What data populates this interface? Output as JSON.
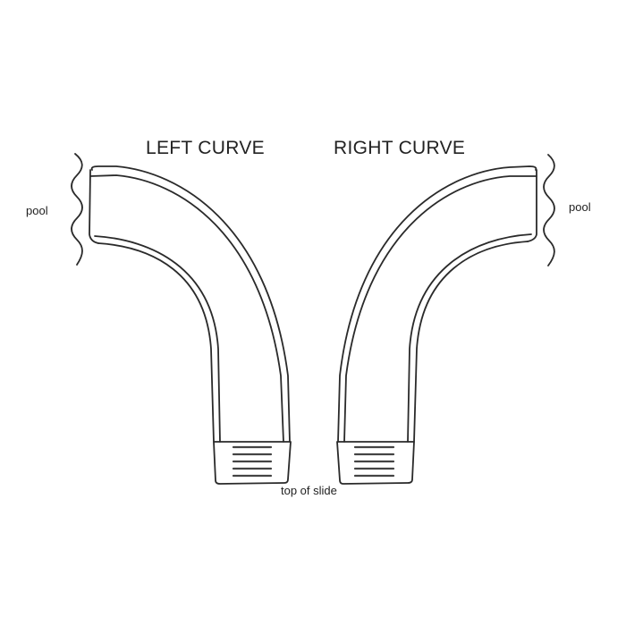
{
  "diagram": {
    "left": {
      "title": "LEFT CURVE",
      "pool_label": "pool"
    },
    "right": {
      "title": "RIGHT CURVE",
      "pool_label": "pool"
    },
    "bottom_label": "top of slide",
    "colors": {
      "stroke": "#2a2a2a",
      "background": "#ffffff",
      "text": "#222222"
    }
  }
}
